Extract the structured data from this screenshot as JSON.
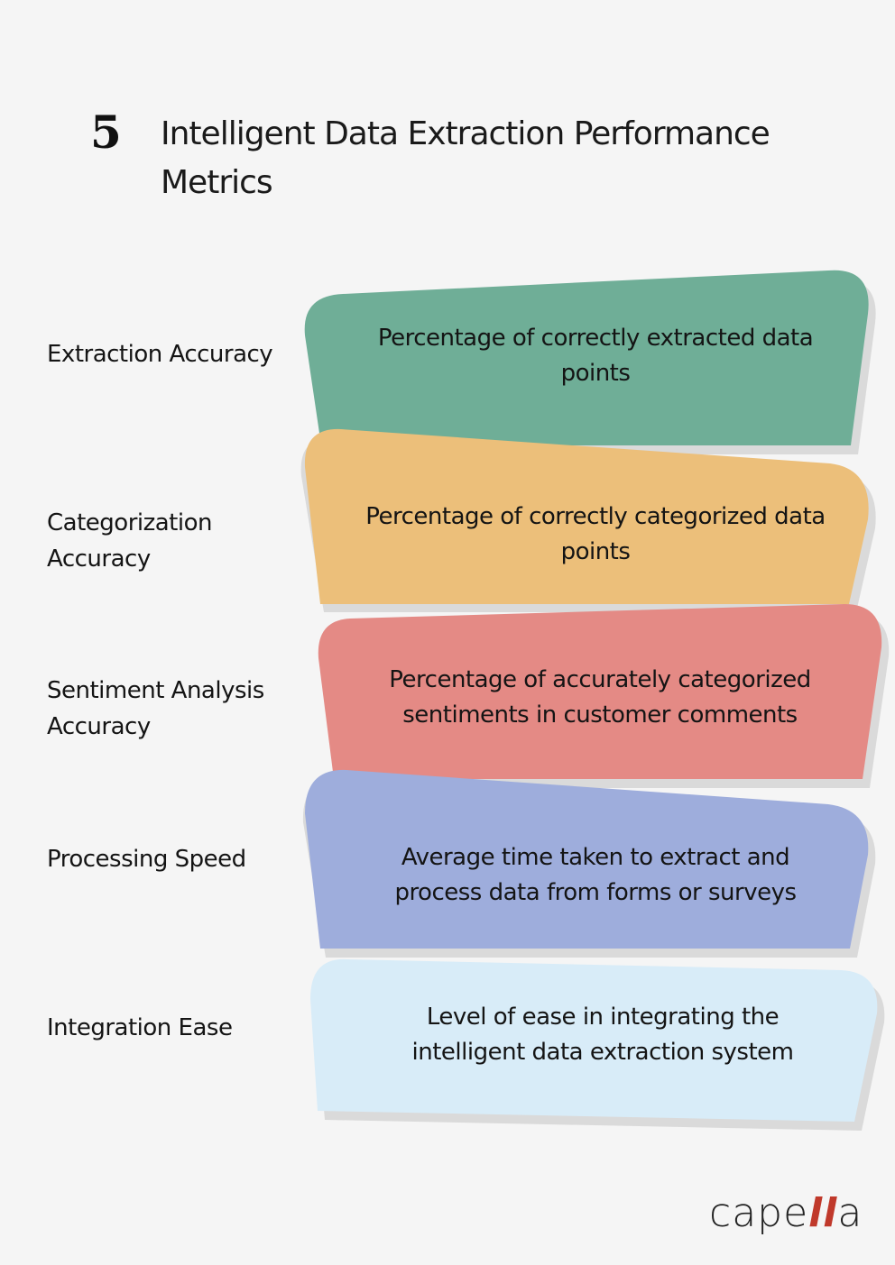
{
  "header": {
    "number": "5",
    "title": "Intelligent Data Extraction Performance Metrics"
  },
  "metrics": [
    {
      "label": "Extraction Accuracy",
      "description": "Percentage of correctly extracted data points",
      "color": "#6fae97"
    },
    {
      "label": "Categorization Accuracy",
      "description": "Percentage of correctly categorized data points",
      "color": "#ecbf7a"
    },
    {
      "label": "Sentiment Analysis Accuracy",
      "description": "Percentage of accurately categorized sentiments in customer comments",
      "color": "#e48a85"
    },
    {
      "label": "Processing Speed",
      "description": "Average time taken to extract and process data from forms or surveys",
      "color": "#9eaddc"
    },
    {
      "label": "Integration Ease",
      "description": "Level of ease in integrating the intelligent data extraction system",
      "color": "#d8ecf8"
    }
  ],
  "logo": {
    "prefix": "cape",
    "accent": "ll",
    "suffix": "a",
    "accent_color": "#c0392b"
  },
  "colors": {
    "background": "#f5f5f5",
    "shadow": "#dadada"
  }
}
